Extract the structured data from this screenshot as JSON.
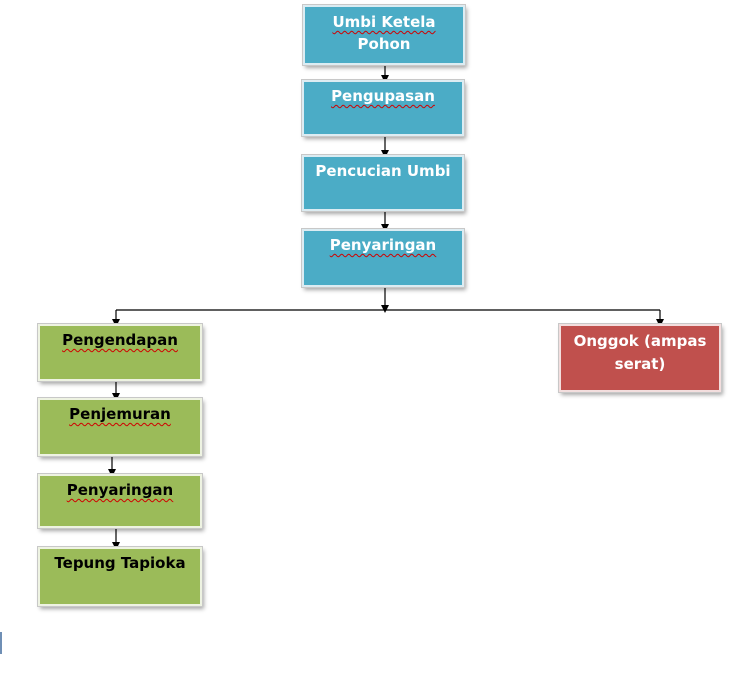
{
  "colors": {
    "process_blue": "#4bacc6",
    "process_green": "#9bbb59",
    "waste_red": "#c0504d",
    "connector": "#000000"
  },
  "nodes": {
    "umbi": {
      "line1": "Umbi Ketela",
      "line2": "Pohon"
    },
    "pengupasan": {
      "label": "Pengupasan"
    },
    "pencucian": {
      "label": "Pencucian Umbi"
    },
    "penyaringan_atas": {
      "label": "Penyaringan"
    },
    "pengendapan": {
      "label": "Pengendapan"
    },
    "penjemuran": {
      "label": "Penjemuran"
    },
    "penyaringan_bawah": {
      "label": "Penyaringan"
    },
    "tepung": {
      "label": "Tepung Tapioka"
    },
    "onggok": {
      "line1": "Onggok (ampas",
      "line2": "serat)"
    }
  }
}
